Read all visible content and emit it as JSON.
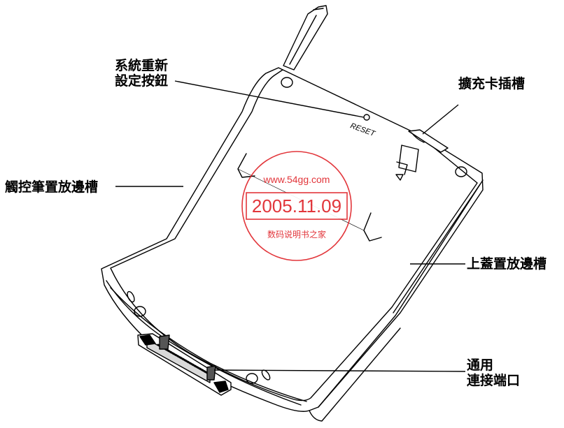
{
  "labels": {
    "reset_line1": "系統重新",
    "reset_line2": "設定按鈕",
    "expansion_slot": "擴充卡插槽",
    "stylus_slot": "觸控筆置放邊槽",
    "cover_slot": "上蓋置放邊槽",
    "connector_line1": "通用",
    "connector_line2": "連接端口"
  },
  "device": {
    "reset_text": "RESET"
  },
  "stamp": {
    "url": "www.54gg.com",
    "date": "2005.11.09",
    "caption": "数码说明书之家",
    "color": "#e0252b"
  }
}
